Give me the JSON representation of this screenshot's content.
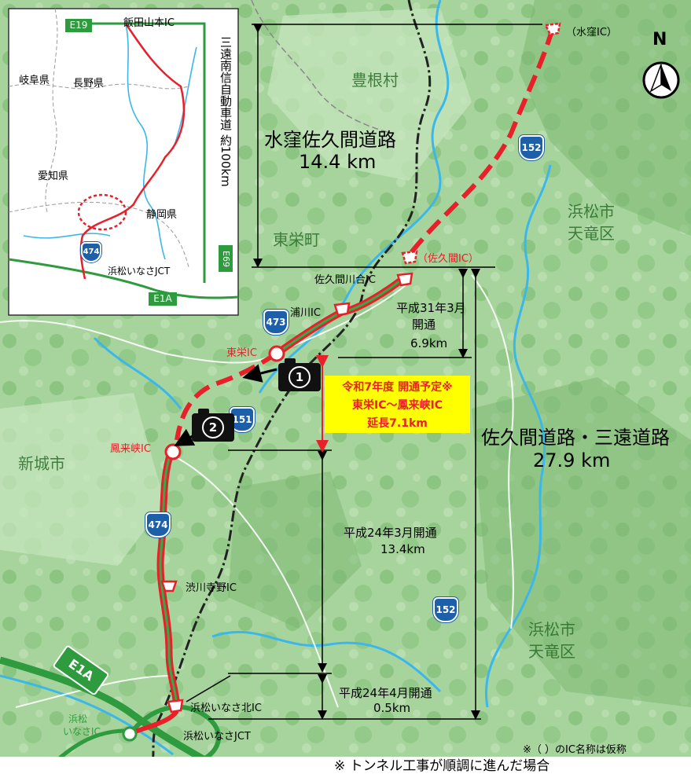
{
  "north_label": "N",
  "regions": {
    "toyone": "豊根村",
    "toei": "東栄町",
    "hamamatsu_tenryu_1a": "浜松市",
    "hamamatsu_tenryu_1b": "天竜区",
    "hamamatsu_tenryu_2a": "浜松市",
    "hamamatsu_tenryu_2b": "天竜区",
    "shinshiro": "新城市"
  },
  "interchanges": {
    "misakubo": "（水窪IC）",
    "sakuma": "（佐久間IC）",
    "sakuma_kawai": "佐久間川合IC",
    "urakawa": "浦川IC",
    "toei": "東栄IC",
    "horaikyo": "鳳来峡IC",
    "shibukawa": "渋川寺野IC",
    "hamamatsu_inasa_kita": "浜松いなさ北IC",
    "hamamatsu_inasa_jct": "浜松いなさJCT",
    "hamamatsu_inasa_ic_1": "浜松",
    "hamamatsu_inasa_ic_2": "いなさIC"
  },
  "route_shields": {
    "r473": "473",
    "r151": "151",
    "r152_a": "152",
    "r152_b": "152",
    "r474": "474",
    "e1a": "E1A"
  },
  "segments": {
    "misakubo_sakuma_title": "水窪佐久間道路",
    "misakubo_sakuma_length": "14.4 km",
    "sakuma_sanen_title": "佐久間道路・三遠道路",
    "sakuma_sanen_length": "27.9 km",
    "seg_h31_line1": "平成31年3月",
    "seg_h31_line2": "開通",
    "seg_h31_length": "6.9km",
    "seg_h24_3_line1": "平成24年3月開通",
    "seg_h24_3_length": "13.4km",
    "seg_h24_4_line1": "平成24年4月開通",
    "seg_h24_4_length": "0.5km"
  },
  "planned_box": {
    "line1": "令和7年度 開通予定※",
    "line2": "東栄IC～鳳来峡IC",
    "line3": "延長7.1km"
  },
  "photo_markers": {
    "p1": "1",
    "p2": "2"
  },
  "inset": {
    "e19": "E19",
    "iidayamamoto": "飯田山本IC",
    "gifu": "岐阜県",
    "nagano": "長野県",
    "aichi": "愛知県",
    "shizuoka": "静岡県",
    "e69": "E69",
    "sanen_label": "三遠南信自動車道 約100km",
    "r474": "474",
    "inasa_jct": "浜松いなさJCT",
    "e1a": "E1A"
  },
  "footnotes": {
    "kasho": "※（ ）のIC名称は仮称",
    "tunnel": "※ トンネル工事が順調に進んだ場合"
  },
  "colors": {
    "map_green": "#9ccf93",
    "road_red": "#e8202a",
    "road_green": "#3aa64a",
    "label_blue": "#1d5fa8",
    "highlight_yellow": "#ffff00"
  }
}
